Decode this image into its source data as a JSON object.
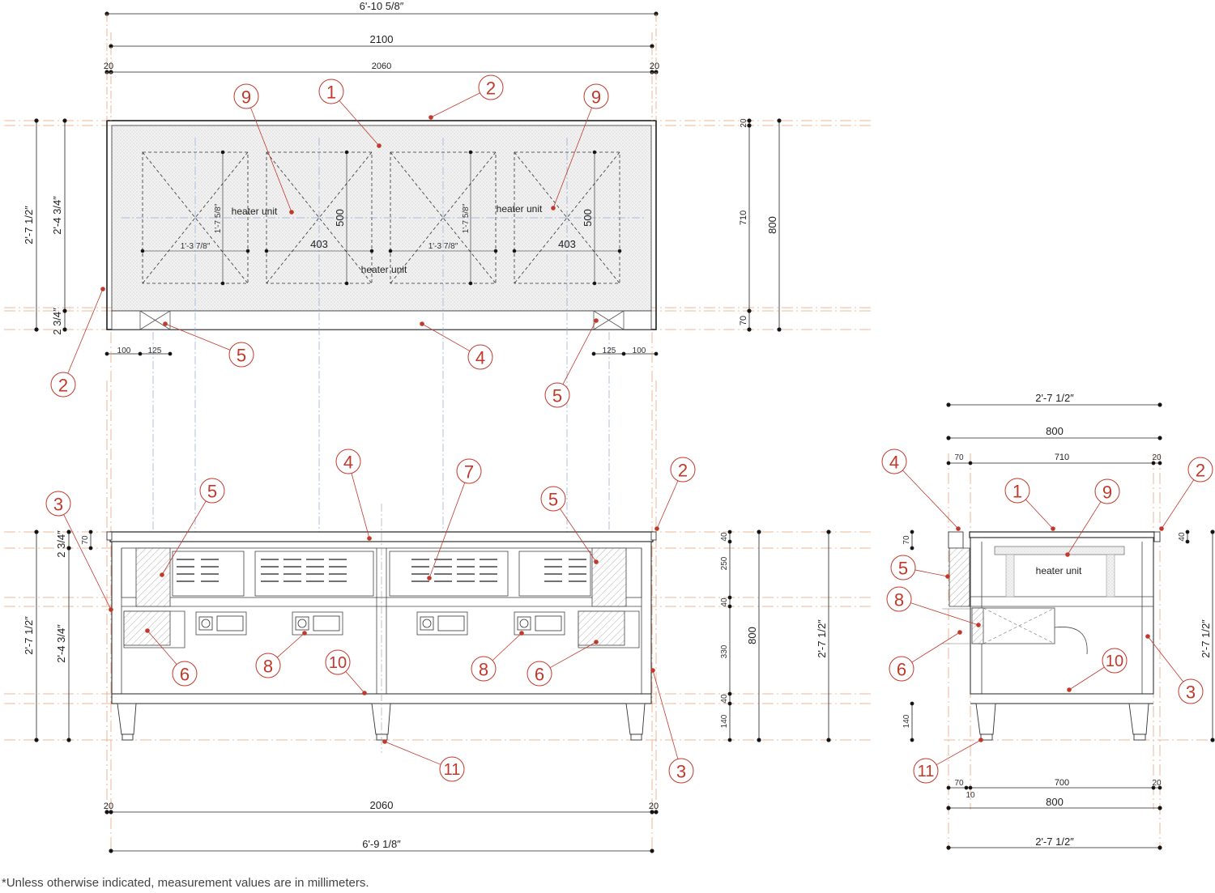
{
  "footnote": "*Unless otherwise indicated, measurement values are in millimeters.",
  "accent_color": "#c0392b",
  "plan_view": {
    "overall_imperial": "6'-10 5/8″",
    "overall_mm": "2100",
    "inner_mm": "2060",
    "edge_left": "20",
    "edge_right": "20",
    "depth_imperial_total": "2'-7 1/2″",
    "depth_imperial_top": "2'-4 3/4″",
    "depth_imperial_front": "2 3/4″",
    "depth_top_mm": "20",
    "depth_710": "710",
    "depth_70": "70",
    "depth_800": "800",
    "heater_unit_label": "heater unit",
    "heater_width_mm": "403",
    "heater_depth_mm": "500",
    "heater_width_imperial": "1'-3 7/8″",
    "heater_depth_imperial": "1'-7 5/8″",
    "leg_offset": "100",
    "leg_width": "125"
  },
  "front_view": {
    "overall_mm": "2060",
    "overall_imperial": "6'-9 1/8″",
    "edge_left": "20",
    "edge_right": "20",
    "height_imperial_total": "2'-7 1/2″",
    "height_imperial_body": "2'-4 3/4″",
    "height_imperial_top": "2 3/4″",
    "top_70": "70",
    "h40a": "40",
    "h250": "250",
    "h40b": "40",
    "h330": "330",
    "h40c": "40",
    "h140": "140",
    "h800": "800",
    "height_imperial_right": "2'-7 1/2″"
  },
  "side_view": {
    "width_imperial_top": "2'-7 1/2″",
    "width_mm_top": "800",
    "w70": "70",
    "w710": "710",
    "w20": "20",
    "h40_top": "40",
    "h70": "70",
    "h140": "140",
    "height_imperial": "2'-7 1/2″",
    "heater_unit_label": "heater unit",
    "b70": "70",
    "b700": "700",
    "b20": "20",
    "b10": "10",
    "width_mm_bottom": "800",
    "width_imperial_bottom": "2'-7 1/2″"
  },
  "callouts": [
    {
      "num": "1"
    },
    {
      "num": "2"
    },
    {
      "num": "9"
    },
    {
      "num": "9"
    },
    {
      "num": "2"
    },
    {
      "num": "5"
    },
    {
      "num": "4"
    },
    {
      "num": "5"
    },
    {
      "num": "4"
    },
    {
      "num": "7"
    },
    {
      "num": "2"
    },
    {
      "num": "3"
    },
    {
      "num": "5"
    },
    {
      "num": "5"
    },
    {
      "num": "6"
    },
    {
      "num": "8"
    },
    {
      "num": "10"
    },
    {
      "num": "8"
    },
    {
      "num": "6"
    },
    {
      "num": "3"
    },
    {
      "num": "11"
    },
    {
      "num": "4"
    },
    {
      "num": "1"
    },
    {
      "num": "9"
    },
    {
      "num": "2"
    },
    {
      "num": "5"
    },
    {
      "num": "8"
    },
    {
      "num": "6"
    },
    {
      "num": "10"
    },
    {
      "num": "3"
    },
    {
      "num": "11"
    }
  ]
}
